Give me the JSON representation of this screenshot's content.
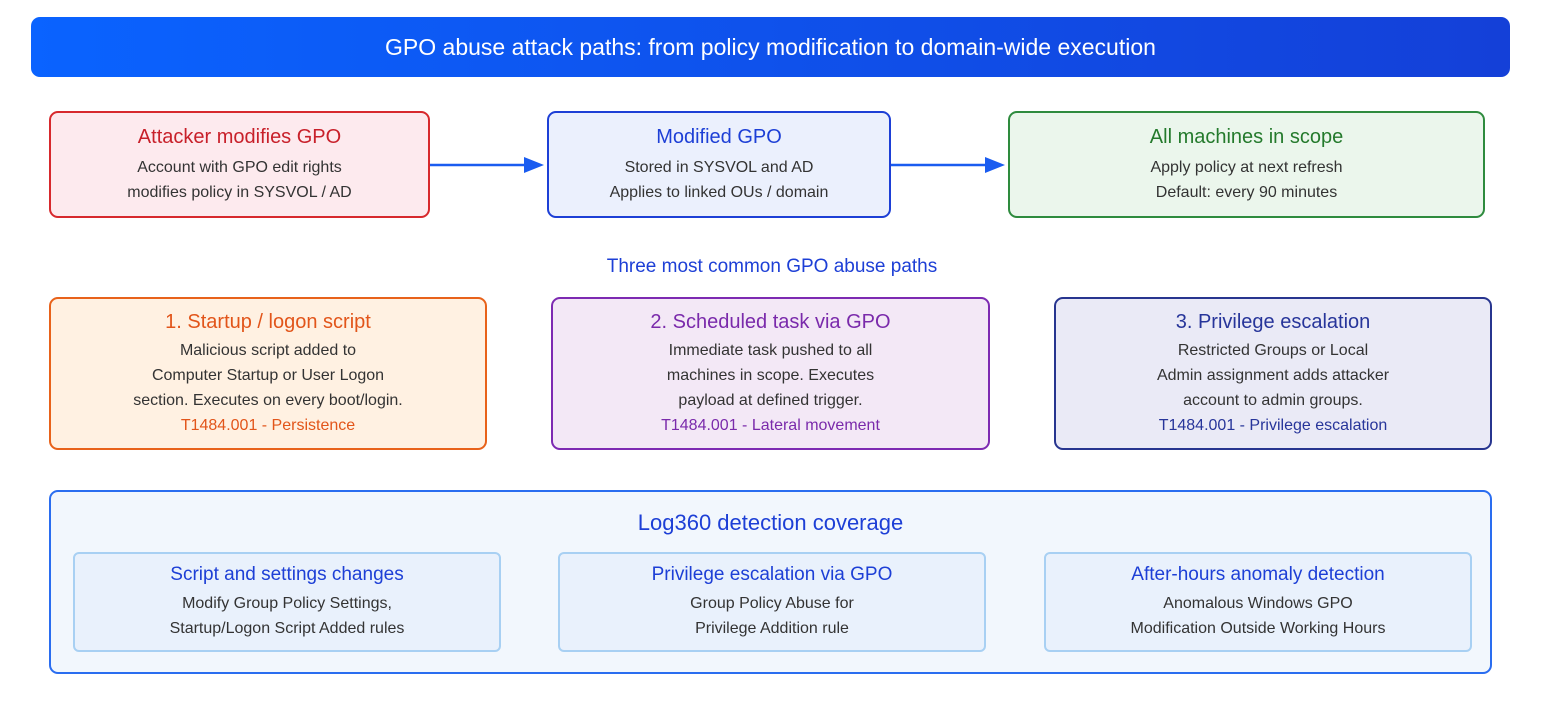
{
  "title": "GPO abuse attack paths: from policy modification to domain-wide execution",
  "flow": [
    {
      "heading": "Attacker modifies GPO",
      "lines": [
        "Account with GPO edit rights",
        "modifies policy in SYSVOL / AD"
      ],
      "color": "#d7292d"
    },
    {
      "heading": "Modified GPO",
      "lines": [
        "Stored in SYSVOL and AD",
        "Applies to linked OUs / domain"
      ],
      "color": "#1d3fd6"
    },
    {
      "heading": "All machines in scope",
      "lines": [
        "Apply policy at next refresh",
        "Default: every 90 minutes"
      ],
      "color": "#2e8b3e"
    }
  ],
  "paths_label": "Three most common GPO abuse paths",
  "paths": [
    {
      "heading": "1. Startup / logon script",
      "lines": [
        "Malicious script added to",
        "Computer Startup or User Logon",
        "section. Executes on every boot/login."
      ],
      "tag": "T1484.001 - Persistence",
      "color": "#e8621a"
    },
    {
      "heading": "2. Scheduled task via GPO",
      "lines": [
        "Immediate task pushed to all",
        "machines in scope. Executes",
        "payload at defined trigger."
      ],
      "tag": "T1484.001 - Lateral movement",
      "color": "#7d2ab2"
    },
    {
      "heading": "3. Privilege escalation",
      "lines": [
        "Restricted Groups or Local",
        "Admin assignment adds attacker",
        "account to admin groups."
      ],
      "tag": "T1484.001 - Privilege escalation",
      "color": "#27358f"
    }
  ],
  "coverage": {
    "title": "Log360 detection coverage",
    "cards": [
      {
        "heading": "Script and settings changes",
        "lines": [
          "Modify Group Policy Settings,",
          "Startup/Logon Script Added rules"
        ]
      },
      {
        "heading": "Privilege escalation via GPO",
        "lines": [
          "Group Policy Abuse for",
          "Privilege Addition rule"
        ]
      },
      {
        "heading": "After-hours anomaly detection",
        "lines": [
          "Anomalous Windows GPO",
          "Modification Outside Working Hours"
        ]
      }
    ]
  }
}
